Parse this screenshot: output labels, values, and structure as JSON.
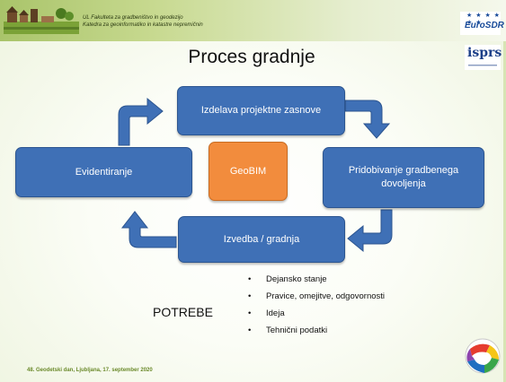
{
  "header": {
    "line1": "UL Fakulteta za gradbeništvo in geodezijo",
    "line2": "Katedra za geoinformatiko in katastre nepremičnin"
  },
  "logos": {
    "eurosdr": "EuroSDR",
    "eurosdr_stars": "★ ★ ★ ★ ★ ★",
    "isprs": "isprs"
  },
  "title": "Proces gradnje",
  "cycle": {
    "top": "Izdelava projektne zasnove",
    "right": "Pridobivanje gradbenega dovoljenja",
    "bottom": "Izvedba / gradnja",
    "left": "Evidentiranje",
    "center": "GeoBIM"
  },
  "potrebe": "POTREBE",
  "bullets": [
    "Dejansko stanje",
    "Pravice, omejitve, odgovornosti",
    "Ideja",
    "Tehnični podatki"
  ],
  "footer": "48. Geodetski dan, Ljubljana,   17. september 2020",
  "colors": {
    "box_blue": "#3f70b6",
    "box_orange": "#f28c3d",
    "band_green": "#a9c46a"
  }
}
